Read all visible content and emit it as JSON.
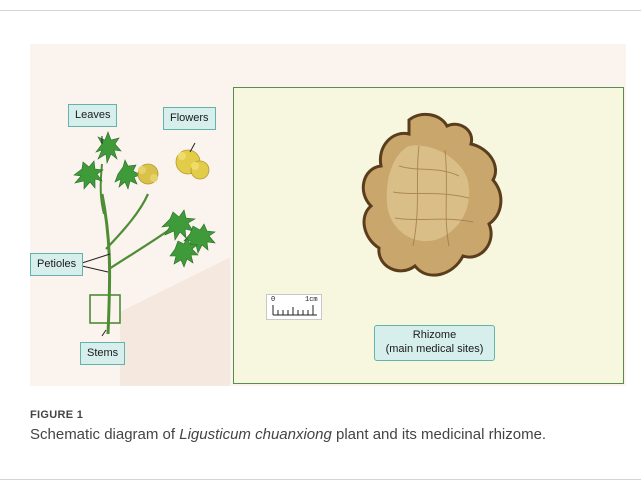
{
  "labels": {
    "leaves": "Leaves",
    "flowers": "Flowers",
    "petioles": "Petioles",
    "stems": "Stems",
    "rhizome_line1": "Rhizome",
    "rhizome_line2": "(main medical sites)"
  },
  "scale": {
    "zero": "0",
    "one": "1cm"
  },
  "caption": {
    "heading": "FIGURE 1",
    "prefix": "Schematic diagram of ",
    "species": "Ligusticum chuanxiong",
    "suffix": " plant and its medicinal rhizome."
  },
  "colors": {
    "callout_fill": "#d6efed",
    "callout_border": "#63b3aa",
    "panel_bg": "#fbf3ed",
    "photo_bg": "#f7f6df",
    "photo_border": "#5a8a4e",
    "leaf_green": "#3f9a3a",
    "flower_yellow": "#d8c24a",
    "rhizome_tan": "#c9a66b"
  }
}
